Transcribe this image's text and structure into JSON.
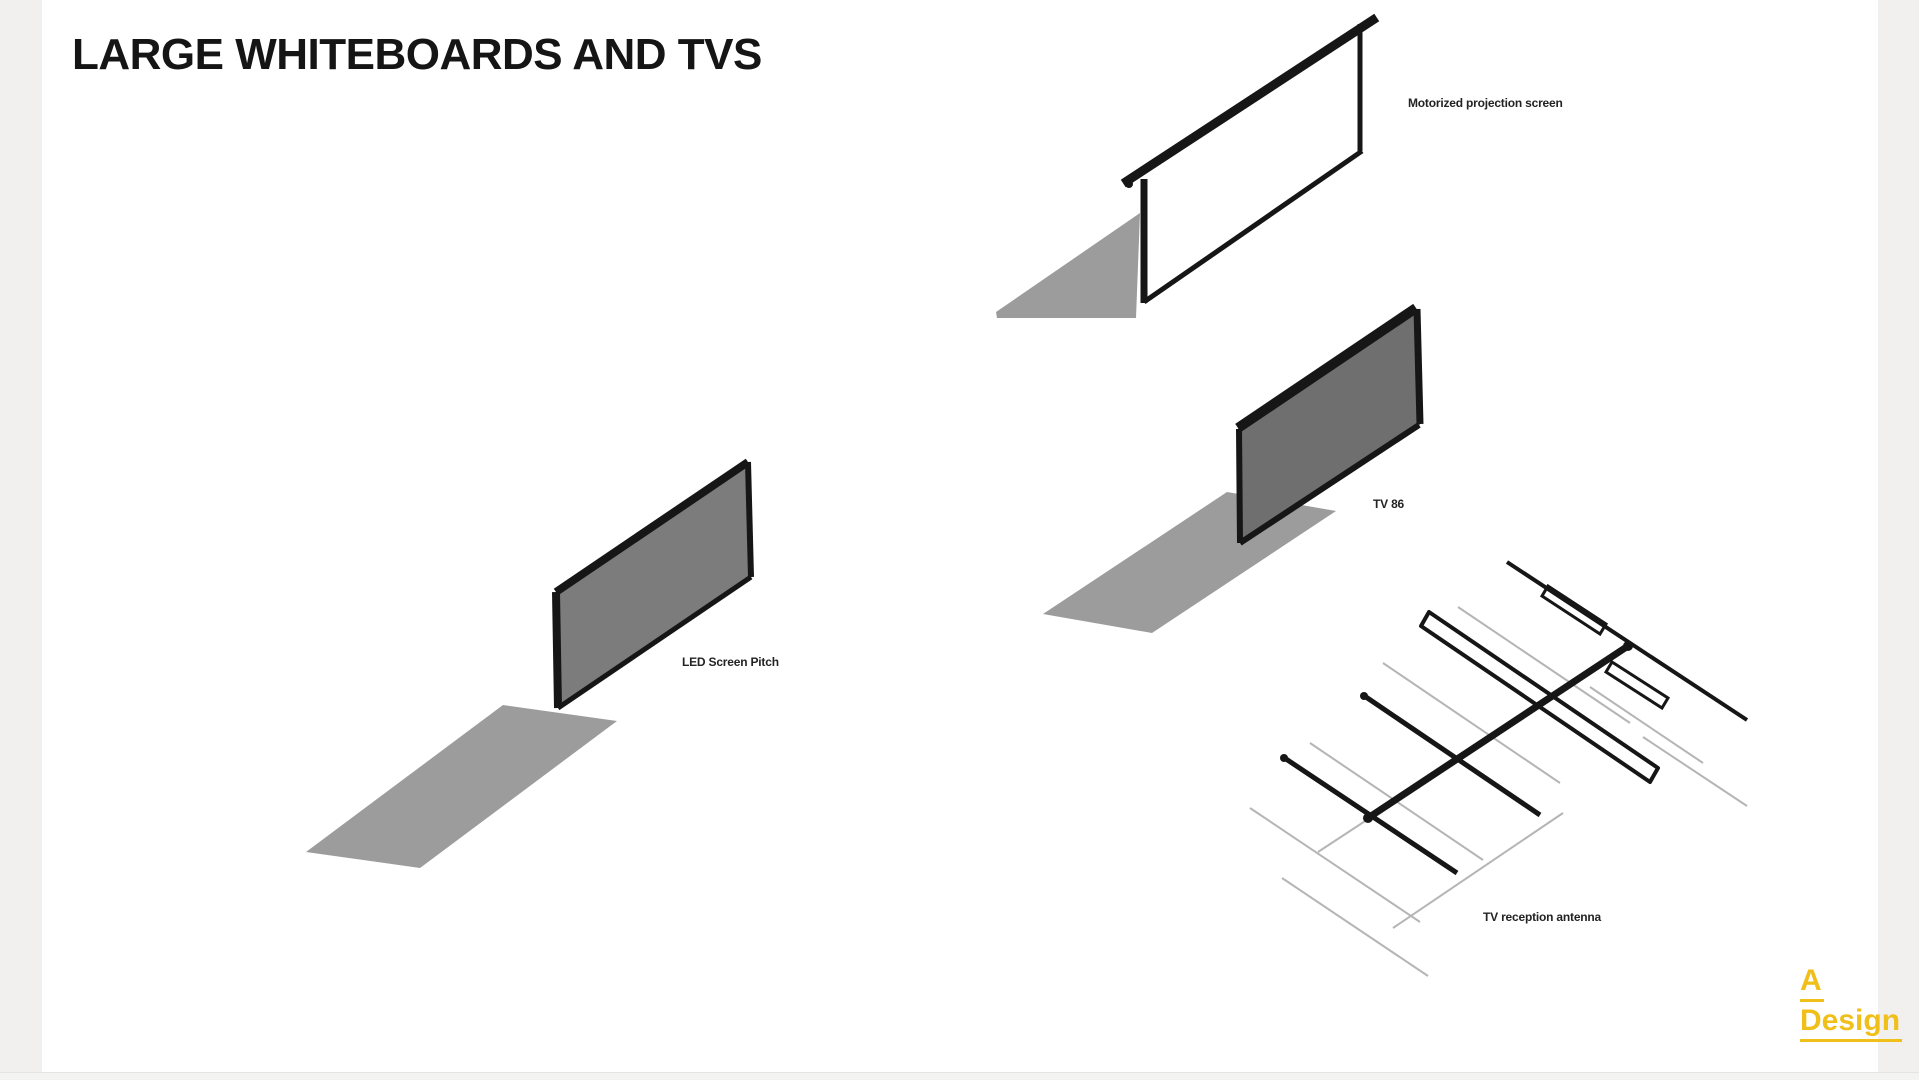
{
  "page": {
    "title": "LARGE WHITEBOARDS AND TVS"
  },
  "figures": [
    {
      "id": "motorized-projection-screen",
      "label": "Motorized projection screen"
    },
    {
      "id": "tv-86",
      "label": "TV 86"
    },
    {
      "id": "led-screen-pitch",
      "label": "LED Screen Pitch"
    },
    {
      "id": "tv-reception-antenna",
      "label": "TV reception antenna"
    }
  ],
  "brand": {
    "line1": "A",
    "line2": "Design",
    "accent_color": "#F0BF1A"
  },
  "palette": {
    "frame_black": "#161616",
    "shadow_gray": "#9C9C9C",
    "tv_fill": "#6F6F6F",
    "led_fill": "#7C7C7C",
    "margin_gray": "#F1F0EE"
  }
}
